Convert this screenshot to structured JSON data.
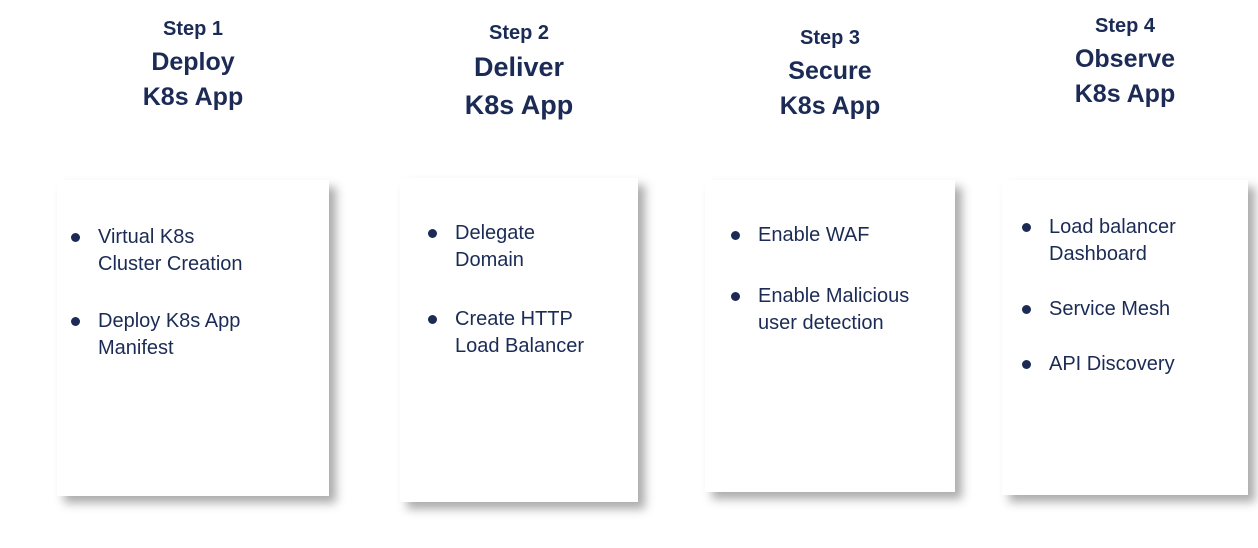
{
  "colors": {
    "text": "#1b2b55",
    "background": "#ffffff"
  },
  "steps": [
    {
      "step": "Step 1",
      "title": "Deploy\nK8s App",
      "bullets": [
        "Virtual K8s\nCluster Creation",
        "Deploy K8s App\nManifest"
      ]
    },
    {
      "step": "Step 2",
      "title": "Deliver\nK8s App",
      "bullets": [
        "Delegate\nDomain",
        "Create HTTP\nLoad Balancer"
      ]
    },
    {
      "step": "Step 3",
      "title": "Secure\nK8s App",
      "bullets": [
        "Enable WAF",
        "Enable Malicious\nuser detection"
      ]
    },
    {
      "step": "Step 4",
      "title": "Observe\nK8s App",
      "bullets": [
        "Load balancer\nDashboard",
        "Service Mesh",
        "API Discovery"
      ]
    }
  ]
}
